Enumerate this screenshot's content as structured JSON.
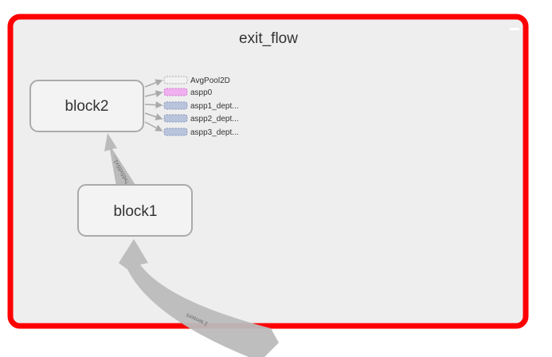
{
  "graph": {
    "title": "exit_flow",
    "blocks": [
      {
        "id": "block2",
        "label": "block2"
      },
      {
        "id": "block1",
        "label": "block1"
      }
    ],
    "outputs": [
      {
        "label": "AvgPool2D",
        "style": "dashed",
        "fill": "#f2f2f2",
        "stroke": "#aaaaaa"
      },
      {
        "label": "aspp0",
        "style": "dashed",
        "fill": "#f0b0f0",
        "stroke": "#cc77cc"
      },
      {
        "label": "aspp1_dept...",
        "style": "dashed",
        "fill": "#b8c4dc",
        "stroke": "#8894b8"
      },
      {
        "label": "aspp2_dept...",
        "style": "dashed",
        "fill": "#b8c4dc",
        "stroke": "#8894b8"
      },
      {
        "label": "aspp3_dept...",
        "style": "dashed",
        "fill": "#b8c4dc",
        "stroke": "#8894b8"
      }
    ],
    "edges": {
      "block1_to_block2": "?x65x65x1...",
      "input_to_block1": "2 tensors"
    },
    "colors": {
      "frame_border": "#ff0000",
      "frame_fill": "#eeeeee",
      "block_stroke": "#aaaaaa",
      "block_fill": "#f3f3f3",
      "edge": "#bbbbbb"
    }
  }
}
